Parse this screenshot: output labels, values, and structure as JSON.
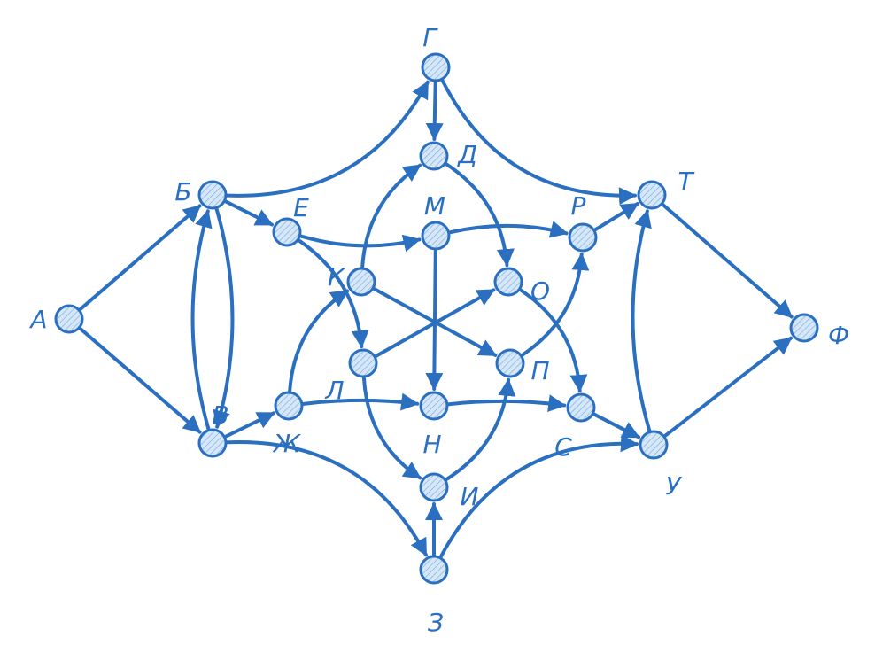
{
  "colors": {
    "stroke": "#2a6fc0",
    "fill": "#cfe3f7"
  },
  "nodes": [
    {
      "id": "A",
      "label": "А"
    },
    {
      "id": "B",
      "label": "Б"
    },
    {
      "id": "V",
      "label": "В"
    },
    {
      "id": "G",
      "label": "Г"
    },
    {
      "id": "D",
      "label": "Д"
    },
    {
      "id": "E",
      "label": "Е"
    },
    {
      "id": "Zh",
      "label": "Ж"
    },
    {
      "id": "Z",
      "label": "З"
    },
    {
      "id": "I",
      "label": "И"
    },
    {
      "id": "K",
      "label": "К"
    },
    {
      "id": "L",
      "label": "Л"
    },
    {
      "id": "M",
      "label": "М"
    },
    {
      "id": "N",
      "label": "Н"
    },
    {
      "id": "O",
      "label": "О"
    },
    {
      "id": "P",
      "label": "П"
    },
    {
      "id": "R",
      "label": "Р"
    },
    {
      "id": "S",
      "label": "С"
    },
    {
      "id": "T",
      "label": "Т"
    },
    {
      "id": "U",
      "label": "У"
    },
    {
      "id": "F",
      "label": "Ф"
    }
  ],
  "edges": [
    {
      "from": "A",
      "to": "B"
    },
    {
      "from": "A",
      "to": "V"
    },
    {
      "from": "B",
      "to": "V"
    },
    {
      "from": "V",
      "to": "B"
    },
    {
      "from": "B",
      "to": "G"
    },
    {
      "from": "B",
      "to": "E"
    },
    {
      "from": "V",
      "to": "Zh"
    },
    {
      "from": "V",
      "to": "Z"
    },
    {
      "from": "G",
      "to": "D"
    },
    {
      "from": "G",
      "to": "T"
    },
    {
      "from": "Z",
      "to": "I"
    },
    {
      "from": "Z",
      "to": "U"
    },
    {
      "from": "E",
      "to": "M"
    },
    {
      "from": "E",
      "to": "L"
    },
    {
      "from": "Zh",
      "to": "K"
    },
    {
      "from": "Zh",
      "to": "N"
    },
    {
      "from": "K",
      "to": "D"
    },
    {
      "from": "K",
      "to": "P"
    },
    {
      "from": "L",
      "to": "O"
    },
    {
      "from": "L",
      "to": "I"
    },
    {
      "from": "M",
      "to": "R"
    },
    {
      "from": "M",
      "to": "N"
    },
    {
      "from": "D",
      "to": "O"
    },
    {
      "from": "O",
      "to": "S"
    },
    {
      "from": "P",
      "to": "R"
    },
    {
      "from": "I",
      "to": "P"
    },
    {
      "from": "N",
      "to": "S"
    },
    {
      "from": "R",
      "to": "T"
    },
    {
      "from": "S",
      "to": "U"
    },
    {
      "from": "T",
      "to": "F"
    },
    {
      "from": "U",
      "to": "F"
    },
    {
      "from": "U",
      "to": "T"
    }
  ]
}
